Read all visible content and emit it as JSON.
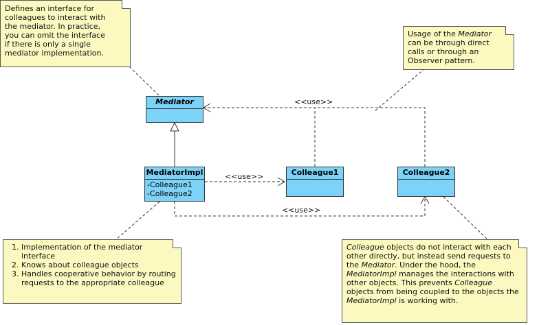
{
  "notes": {
    "interface_note": {
      "lines": [
        "Defines an interface for",
        "colleagues to interact with",
        "the mediator. In practice,",
        "you can omit the interface",
        "if there is only a single",
        "mediator implementation."
      ]
    },
    "usage_note": {
      "line1_a": "Usage of the ",
      "line1_b": "Mediator",
      "line2": "can be through direct",
      "line3": "calls or through an",
      "line4": "Observer pattern."
    },
    "impl_note": {
      "items": [
        "Implementation of the mediator interface",
        "Knows about colleague objects",
        "Handles cooperative behavior by routing requests to the appropriate colleague"
      ]
    },
    "colleague_note": {
      "l1_a": "Colleague",
      "l1_b": " objects do not interact with each",
      "l2": "other directly, but instead send requests to",
      "l3_a": "the ",
      "l3_b": "Mediator",
      "l3_c": ". Under the hood, the",
      "l4_a": "MediatorImpl",
      "l4_b": " manages the interactions with",
      "l5_a": "other objects. This prevents ",
      "l5_b": "Colleague",
      "l6": "objects from being coupled to the objects the",
      "l7_a": "MediatorImpl",
      "l7_b": " is working with."
    }
  },
  "classes": {
    "mediator": {
      "name": "Mediator"
    },
    "mediator_impl": {
      "name": "MediatorImpl",
      "attrs": [
        "-Colleague1",
        "-Colleague2"
      ]
    },
    "colleague1": {
      "name": "Colleague1"
    },
    "colleague2": {
      "name": "Colleague2"
    }
  },
  "labels": {
    "use_top": "<<use>>",
    "use_mid": "<<use>>",
    "use_bottom": "<<use>>"
  },
  "colors": {
    "class_fill": "#7cd3f7",
    "note_fill": "#fbf8c0",
    "line": "#333333"
  }
}
